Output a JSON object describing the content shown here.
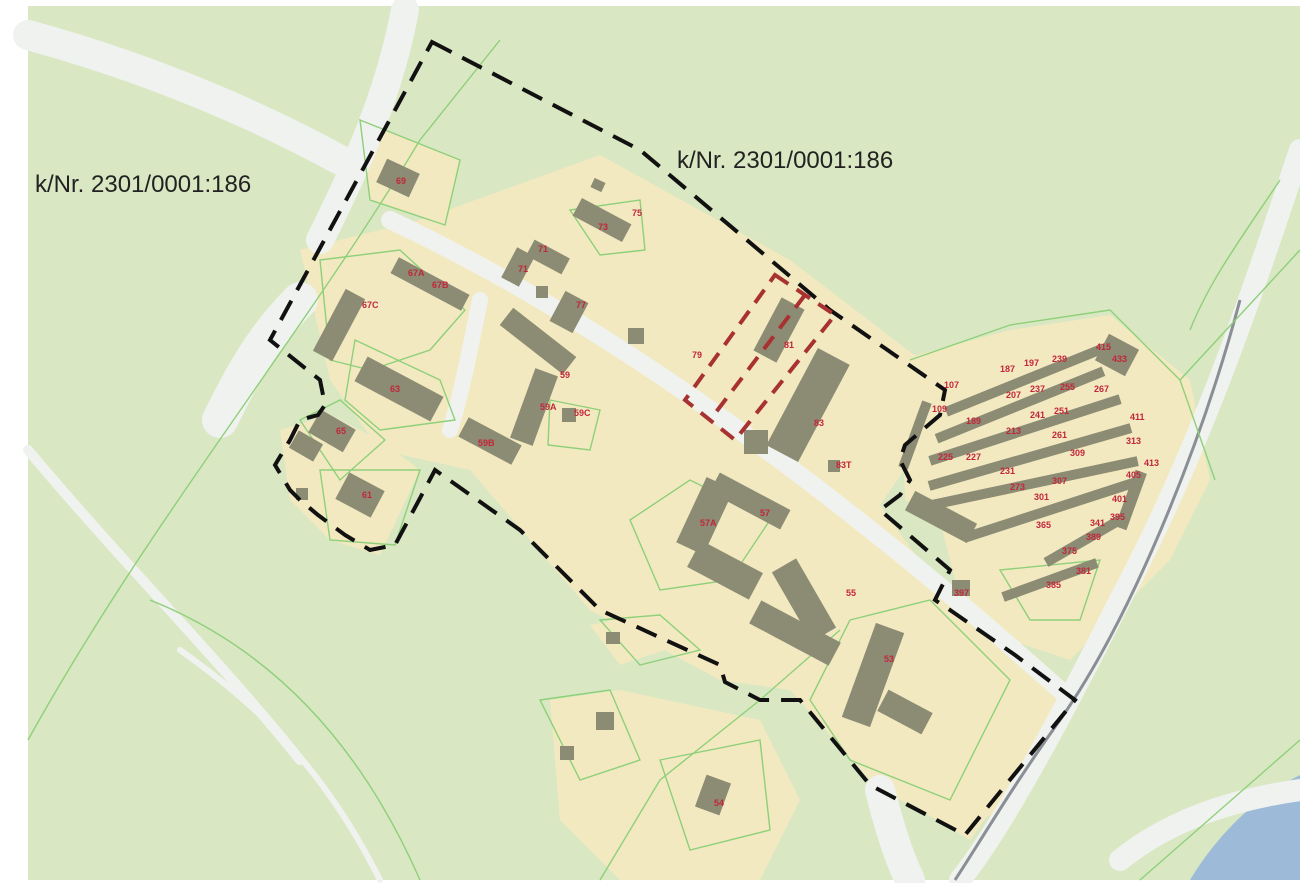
{
  "map": {
    "cadastral_labels": [
      "k/Nr. 2301/0001:186",
      "k/Nr. 2301/0001:186"
    ],
    "building_numbers": [
      "69",
      "75",
      "73",
      "71",
      "71",
      "67A",
      "67B",
      "67C",
      "77",
      "79",
      "81",
      "83",
      "83T",
      "63",
      "65",
      "61",
      "59",
      "59A",
      "59B",
      "59C",
      "57",
      "57A",
      "55",
      "53",
      "54",
      "397",
      "107",
      "109",
      "187",
      "189",
      "197",
      "207",
      "213",
      "225",
      "227",
      "231",
      "237",
      "239",
      "241",
      "251",
      "255",
      "261",
      "267",
      "273",
      "301",
      "307",
      "309",
      "313",
      "341",
      "365",
      "375",
      "381",
      "385",
      "389",
      "395",
      "401",
      "405",
      "411",
      "413",
      "415",
      "433"
    ],
    "colors": {
      "background": "#d9e7c2",
      "developed_area": "#f3e9c1",
      "roads": "#f0f2ef",
      "buildings": "#8c8c74",
      "parcel_lines": "#8ed07a",
      "study_boundary": "#111111",
      "highlight_boundary": "#a83232",
      "water": "#9dbbd9",
      "railway": "#8a8f96"
    }
  }
}
